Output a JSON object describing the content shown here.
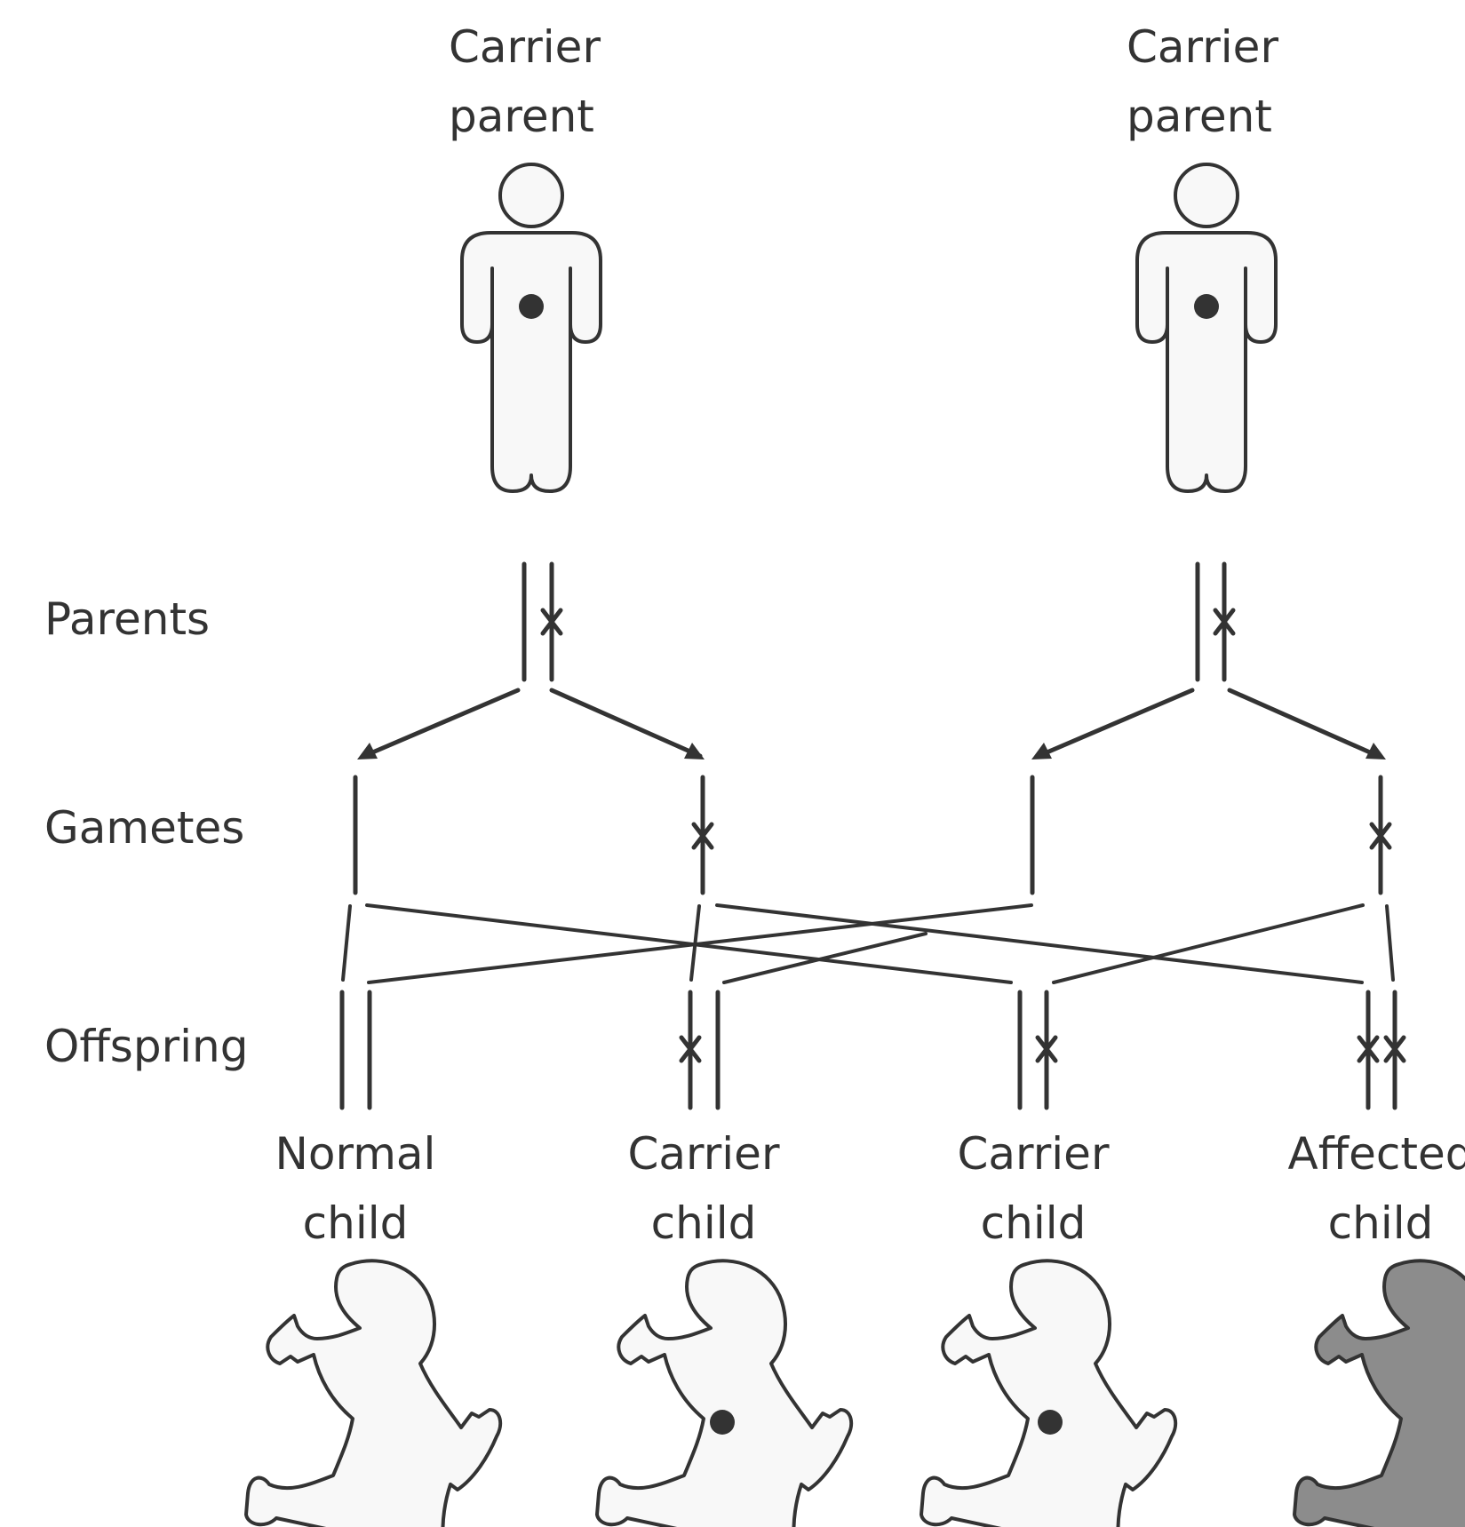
{
  "parents": [
    {
      "label_line1": "Carrier",
      "label_line2": "parent",
      "status": "carrier"
    },
    {
      "label_line1": "Carrier",
      "label_line2": "parent",
      "status": "carrier"
    }
  ],
  "row_labels": {
    "parents": "Parents",
    "gametes": "Gametes",
    "offspring": "Offspring"
  },
  "children": [
    {
      "label_line1": "Normal",
      "label_line2": "child",
      "status": "normal",
      "mutant_alleles": 0
    },
    {
      "label_line1": "Carrier",
      "label_line2": "child",
      "status": "carrier",
      "mutant_alleles": 1
    },
    {
      "label_line1": "Carrier",
      "label_line2": "child",
      "status": "carrier",
      "mutant_alleles": 1
    },
    {
      "label_line1": "Affected",
      "label_line2": "child",
      "status": "affected",
      "mutant_alleles": 2
    }
  ],
  "colors": {
    "line": "#333333",
    "figure_fill": "#f8f8f8",
    "affected_fill": "#8c8c8c"
  }
}
